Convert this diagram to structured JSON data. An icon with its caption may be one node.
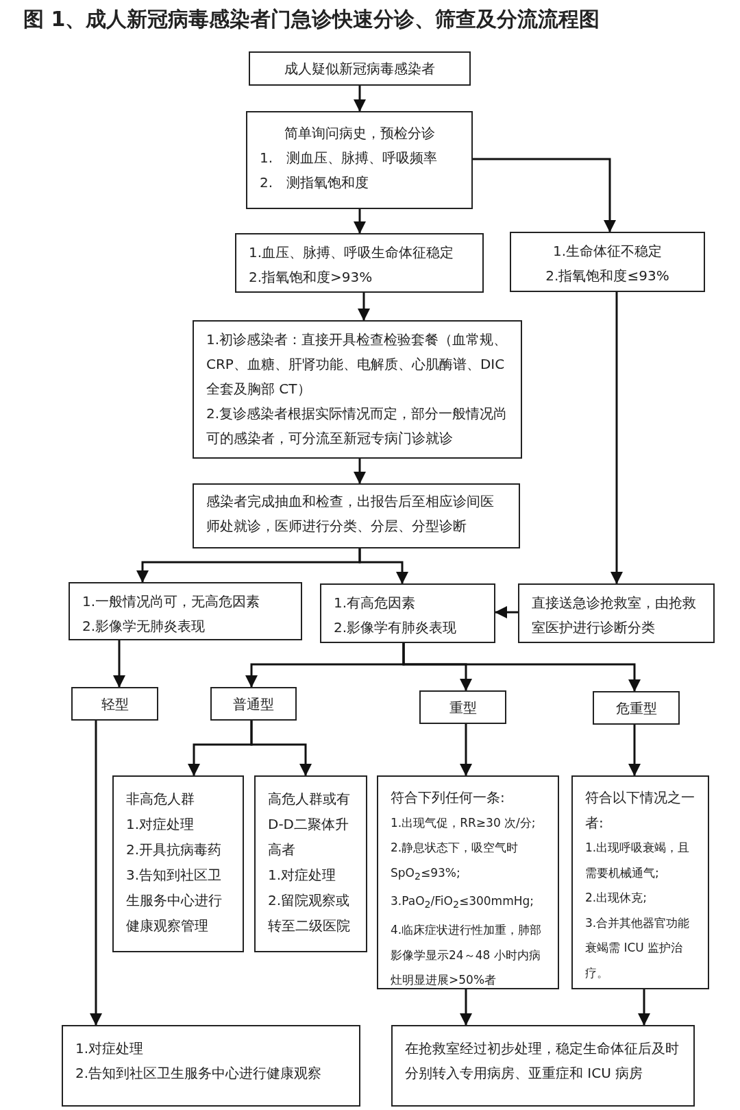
{
  "diagram": {
    "title": "图 1、成人新冠病毒感染者门急诊快速分诊、筛查及分流流程图",
    "nodes": [
      {
        "text": [
          "成人疑似新冠病毒感染者"
        ]
      },
      {
        "text": [
          "简单询问病史，预检分诊",
          "1.　测血压、脉搏、呼吸频率",
          "2.　测指氧饱和度"
        ]
      },
      {
        "text": [
          "1.血压、脉搏、呼吸生命体征稳定",
          "2.指氧饱和度>93%"
        ]
      },
      {
        "text": [
          "1.生命体征不稳定",
          "2.指氧饱和度≤93%"
        ]
      },
      {
        "text": [
          "1.初诊感染者：直接开具检查检验套餐（血常规、CRP、血糖、肝肾功能、电解质、心肌酶谱、DIC全套及胸部 CT）",
          "2.复诊感染者根据实际情况而定，部分一般情况尚可的感染者，可分流至新冠专病门诊就诊"
        ]
      },
      {
        "text": [
          "感染者完成抽血和检查，出报告后至相应诊间医师处就诊，医师进行分类、分层、分型诊断"
        ]
      },
      {
        "text": [
          "1.一般情况尚可，无高危因素",
          "2.影像学无肺炎表现"
        ]
      },
      {
        "text": [
          "1.有高危因素",
          "2.影像学有肺炎表现"
        ]
      },
      {
        "text": [
          "直接送急诊抢救室，由抢救室医护进行诊断分类"
        ]
      },
      {
        "text": [
          "轻型"
        ]
      },
      {
        "text": [
          "普通型"
        ]
      },
      {
        "text": [
          "重型"
        ]
      },
      {
        "text": [
          "危重型"
        ]
      },
      {
        "text": [
          "非高危人群",
          "1.对症处理",
          "2.开具抗病毒药",
          "3.告知到社区卫生服务中心进行健康观察管理"
        ]
      },
      {
        "text": [
          "高危人群或有D-D二聚体升高者",
          "1.对症处理",
          "2.留院观察或转至二级医院"
        ]
      },
      {
        "text": [
          "符合下列任何一条:",
          "1.出现气促，RR≥30 次/分;",
          "2.静息状态下，吸空气时SpO$_{2}$≤93%;",
          "3.PaO$_{2}$/FiO$_{2}$≤300mmHg;",
          "4.临床症状进行性加重，肺部影像学显示24～48 小时内病灶明显进展>50%者"
        ]
      },
      {
        "text": [
          "符合以下情况之一者:",
          "1.出现呼吸衰竭，且需要机械通气;",
          "2.出现休克;",
          "3.合并其他器官功能衰竭需 ICU 监护治疗。"
        ]
      },
      {
        "text": [
          "1.对症处理",
          "2.告知到社区卫生服务中心进行健康观察"
        ]
      },
      {
        "text": [
          "在抢救室经过初步处理，稳定生命体征后及时分别转入专用病房、亚重症和 ICU 病房"
        ]
      }
    ],
    "edges": [
      {
        "from": 0,
        "to": 1,
        "arrow": "to"
      },
      {
        "from": 1,
        "to": 2,
        "arrow": "to"
      },
      {
        "from": 1,
        "to": 3,
        "arrow": "to"
      },
      {
        "from": 2,
        "to": 4,
        "arrow": "to"
      },
      {
        "from": 3,
        "to": 8,
        "arrow": "to"
      },
      {
        "from": 4,
        "to": 5,
        "arrow": "to"
      },
      {
        "from": 5,
        "to": 6,
        "arrow": "to"
      },
      {
        "from": 5,
        "to": 7,
        "arrow": "to"
      },
      {
        "from": 8,
        "to": 7,
        "arrow": "to"
      },
      {
        "from": 6,
        "to": 9,
        "arrow": "to"
      },
      {
        "from": 7,
        "to": 10,
        "arrow": "to"
      },
      {
        "from": 7,
        "to": 11,
        "arrow": "to"
      },
      {
        "from": 7,
        "to": 12,
        "arrow": "to"
      },
      {
        "from": 10,
        "to": 13,
        "arrow": "to"
      },
      {
        "from": 10,
        "to": 14,
        "arrow": "to"
      },
      {
        "from": 11,
        "to": 15,
        "arrow": "to"
      },
      {
        "from": 12,
        "to": 16,
        "arrow": "to"
      },
      {
        "from": 9,
        "to": 17,
        "arrow": "to"
      },
      {
        "from": 15,
        "to": 18,
        "arrow": "to"
      },
      {
        "from": 16,
        "to": 18,
        "arrow": "to"
      }
    ]
  }
}
